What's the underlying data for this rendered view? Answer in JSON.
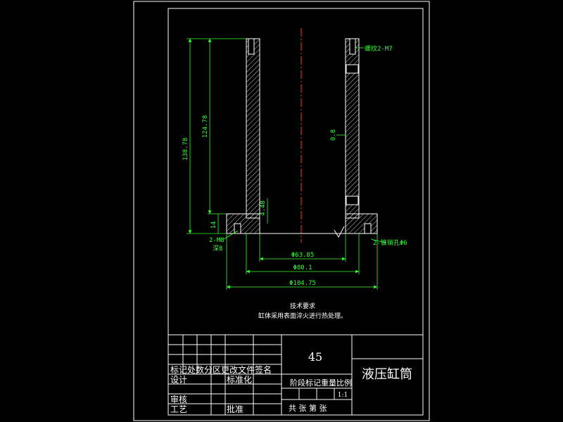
{
  "drawing": {
    "dimensions": {
      "total_height": "138.78",
      "inner_height": "124.78",
      "flange_height": "14",
      "small_height": "4.48",
      "inner_diameter": "Φ63.85",
      "bore_diameter": "Φ80.1",
      "outer_diameter": "Φ104.75",
      "roughness": "0.8"
    },
    "callouts": {
      "thread_top": "螺纹2-M7",
      "thread_left": "2-M8",
      "depth_left": "深8",
      "hole_right": "2-锥销孔Φ6"
    },
    "notes": {
      "title": "技术要求",
      "line1": "缸体采用表面淬火进行热处理。"
    }
  },
  "title_block": {
    "material": "45",
    "part_name": "液压缸筒",
    "rev_header": "标记处数分区更改文件签名",
    "design": "设计",
    "standardize": "标准化",
    "review": "审核",
    "process": "工艺",
    "approve": "批准",
    "stage_header": "阶段标记重量比例",
    "scale": "1:1",
    "sheets": "共   张 第   张"
  },
  "colors": {
    "outline": "#ffffff",
    "dimension": "#33ff33",
    "center_line": "#ff3333",
    "hatch": "#ffffff"
  }
}
